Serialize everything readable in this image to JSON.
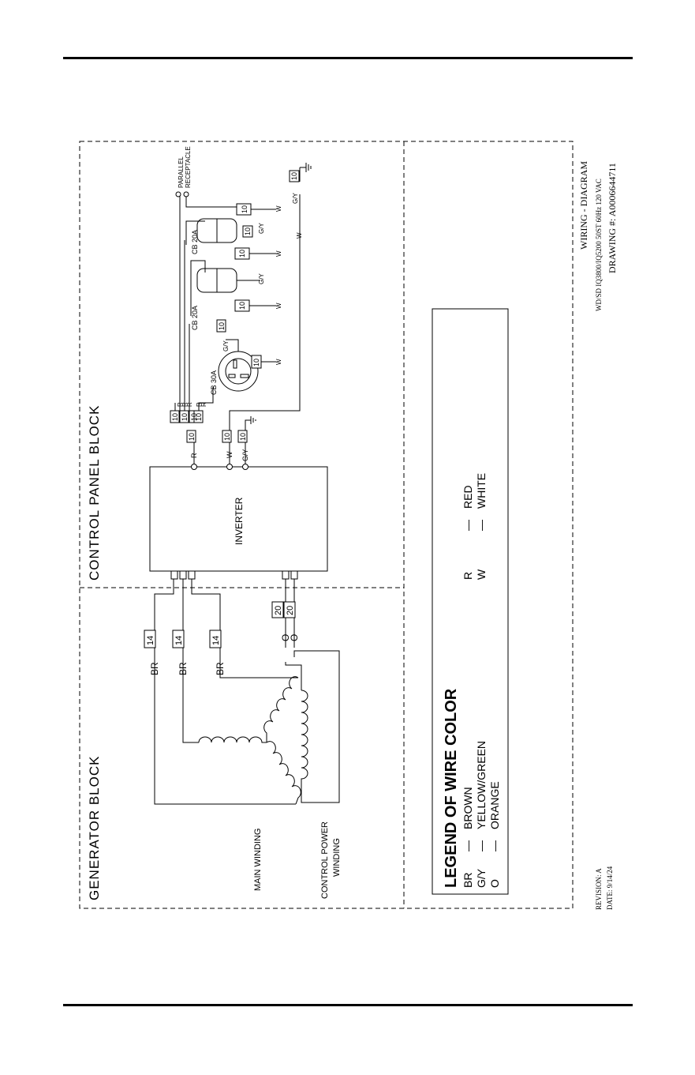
{
  "blocks": {
    "control_panel": "CONTROL  PANEL  BLOCK",
    "generator": "GENERATOR  BLOCK"
  },
  "inverter": {
    "label": "INVERTER"
  },
  "legend": {
    "title": "LEGEND OF WIRE COLOR",
    "entries": [
      {
        "code": "BR",
        "dash": "—",
        "color": "BROWN"
      },
      {
        "code": "G/Y",
        "dash": "—",
        "color": "YELLOW/GREEN"
      },
      {
        "code": "O",
        "dash": "—",
        "color": "ORANGE"
      },
      {
        "code": "R",
        "dash": "—",
        "color": "RED"
      },
      {
        "code": "W",
        "dash": "—",
        "color": "WHITE"
      }
    ]
  },
  "windings": {
    "main": "MAIN  WINDING",
    "control_power_1": "CONTROL  POWER",
    "control_power_2": "WINDING"
  },
  "title_block": {
    "title": "WIRING - DIAGRAM",
    "models": "WD/SD IQ3800/IQ5200 50ST 60Hz 120 VAC",
    "drawing": "DRAWING #: A0006644711",
    "revision": "REVISION: A",
    "date": "DATE: 9/14/24"
  },
  "parallel": {
    "line1": "PARALLEL",
    "line2": "RECEPTACLE"
  },
  "breakers": {
    "cb30": "CB  30A",
    "cb20": "CB  20A"
  },
  "wires": {
    "br": "BR",
    "r": "R",
    "w": "W",
    "gy": "G/Y",
    "o": "O",
    "g14": "14",
    "g20": "20",
    "g10": "10"
  }
}
